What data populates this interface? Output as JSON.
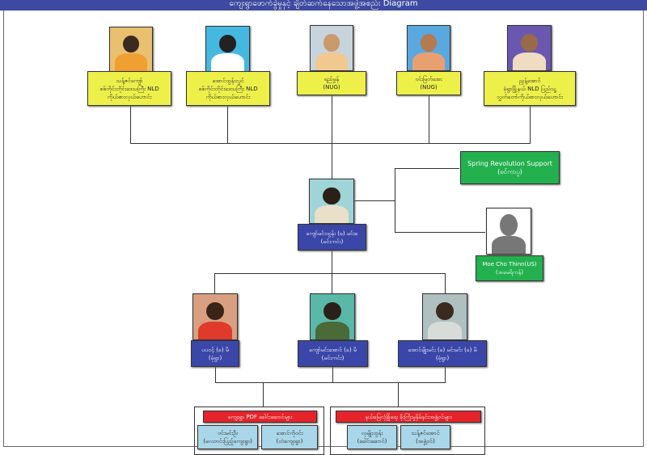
{
  "title": "ကျေးရွာဖောက်ခွဲမှုနှင့် ချိတ်ဆက်နေသောအဖွဲ့အစည်း Diagram",
  "top_row": [
    {
      "l1": "သန့်ဇင်ကျော်",
      "l2": "စစ်ကိုင်းတိုင်းဒေသကြီး NLD",
      "l3": "ကိုယ်စားလှယ်ဟောင်း"
    },
    {
      "l1": "အောင်ထွန်းလွင်",
      "l2": "စစ်ကိုင်းတိုင်းဒေသကြီး NLD",
      "l3": "ကိုယ်စားလှယ်ဟောင်း"
    },
    {
      "l1": "ရည်မွန်",
      "l2": "(NUG)",
      "l3": ""
    },
    {
      "l1": "ဝင်းမြတ်အေး",
      "l2": "(NUG)",
      "l3": ""
    },
    {
      "l1": "ညွန့်အောင်",
      "l2": "မုံရွာမြို့နယ် NLD ပြည်သူ့",
      "l3": "လွှတ်တော်ကိုယ်စားလှယ်ဟောင်း"
    }
  ],
  "center": {
    "l1": "ကျော်မင်းထွန်း (ခ) မင်းခ",
    "l2": "(မင်းကင်း)"
  },
  "support": {
    "l1": "Spring Revolution Support",
    "l2": "(စင်ကာပူ)"
  },
  "moe": {
    "l1": "Moe Cho Thinn(US)",
    "l2": "(အမေရိကန်)"
  },
  "middle_row": [
    {
      "l1": "ပပဝင့် (ခ) မိ",
      "l2": "(မုံရွာ)"
    },
    {
      "l1": "ကျော်မင်းအောင် (ခ) မိ",
      "l2": "(မင်းကင်း)"
    },
    {
      "l1": "အောင်မျိုးမင်း (ခ) မင်းမင်း (ခ) မိ",
      "l2": "(မုံရွာ)"
    }
  ],
  "groups": [
    {
      "banner": "ကျေးရွာ PDF ခေါင်းဆောင်များ",
      "members": [
        {
          "l1": "ဝင်းမင်းဦး",
          "l2": "(လေဘင်းပြည့်ကျေးရွာ)"
        },
        {
          "l1": "အောင်ကိုဝင်း",
          "l2": "(တဲကျေးရွာ)"
        }
      ]
    },
    {
      "banner": "နယ်မြေလုံခြုံရေး ခိုးကြိုးမှုနှိမ်နင်းအဖွဲ့ဝင်များ",
      "members": [
        {
          "l1": "လှမျိုးထွန်း",
          "l2": "(ခေါင်းဆောင်)"
        },
        {
          "l1": "သန့်ဇင်အောင်",
          "l2": "(အဖွဲ့ဝင်)"
        }
      ]
    }
  ]
}
